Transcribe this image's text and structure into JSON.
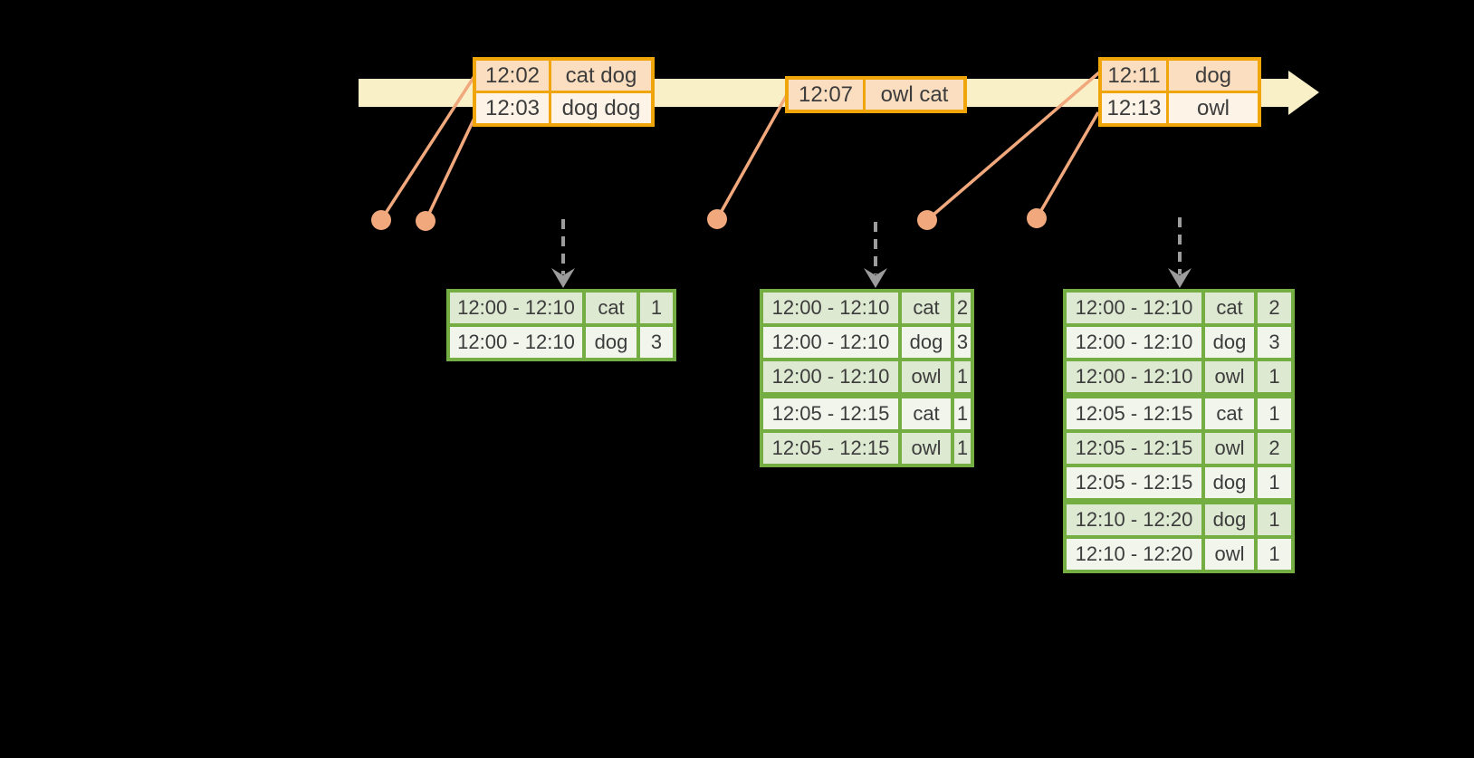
{
  "diagram": {
    "background": "#000000",
    "colors": {
      "timeline_fill": "#FAF0C8",
      "event_table_border": "#F0A50A",
      "event_row_dark": "#FADEBF",
      "event_row_light": "#FDF3E6",
      "connector_and_dots": "#F0A87C",
      "result_table_border": "#74AE43",
      "result_row_dark": "#DEE9D2",
      "result_row_light": "#F1F5EC",
      "trigger_arrow_gray": "#9C9C9C",
      "text": "#3C3C3C"
    }
  },
  "event_tables": [
    {
      "rows": [
        {
          "time": "12:02",
          "words": "cat dog"
        },
        {
          "time": "12:03",
          "words": "dog dog"
        }
      ]
    },
    {
      "rows": [
        {
          "time": "12:07",
          "words": "owl cat"
        }
      ]
    },
    {
      "rows": [
        {
          "time": "12:11",
          "words": "dog"
        },
        {
          "time": "12:13",
          "words": "owl"
        }
      ]
    }
  ],
  "result_tables": [
    {
      "rows": [
        {
          "window": "12:00 - 12:10",
          "word": "cat",
          "count": "1"
        },
        {
          "window": "12:00 - 12:10",
          "word": "dog",
          "count": "3"
        }
      ]
    },
    {
      "rows": [
        {
          "window": "12:00 - 12:10",
          "word": "cat",
          "count": "2"
        },
        {
          "window": "12:00 - 12:10",
          "word": "dog",
          "count": "3"
        },
        {
          "window": "12:00 - 12:10",
          "word": "owl",
          "count": "1"
        },
        {
          "window": "12:05 - 12:15",
          "word": "cat",
          "count": "1"
        },
        {
          "window": "12:05 - 12:15",
          "word": "owl",
          "count": "1"
        }
      ]
    },
    {
      "rows": [
        {
          "window": "12:00 - 12:10",
          "word": "cat",
          "count": "2"
        },
        {
          "window": "12:00 - 12:10",
          "word": "dog",
          "count": "3"
        },
        {
          "window": "12:00 - 12:10",
          "word": "owl",
          "count": "1"
        },
        {
          "window": "12:05 - 12:15",
          "word": "cat",
          "count": "1"
        },
        {
          "window": "12:05 - 12:15",
          "word": "owl",
          "count": "2"
        },
        {
          "window": "12:05 - 12:15",
          "word": "dog",
          "count": "1"
        },
        {
          "window": "12:10 - 12:20",
          "word": "dog",
          "count": "1"
        },
        {
          "window": "12:10 - 12:20",
          "word": "owl",
          "count": "1"
        }
      ]
    }
  ]
}
